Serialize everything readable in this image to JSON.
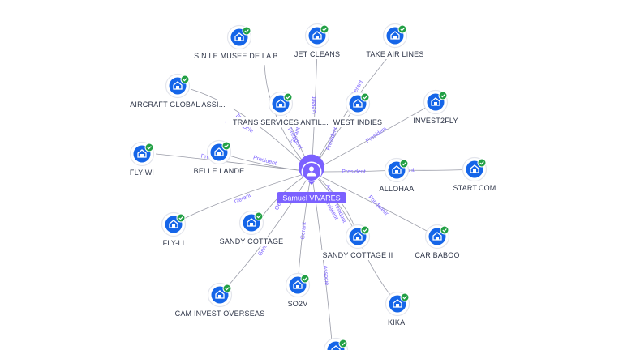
{
  "center": {
    "name": "Samuel VIVARES",
    "color": "#7b61ff"
  },
  "colors": {
    "node": "#1565e8",
    "check": "#22a045",
    "edge": "#9a9ca8",
    "relation": "#7b61ff"
  },
  "nodes": [
    {
      "id": "musee",
      "name": "S.N LE MUSEE DE LA B..."
    },
    {
      "id": "jet",
      "name": "JET CLEANS"
    },
    {
      "id": "take",
      "name": "TAKE AIR LINES"
    },
    {
      "id": "aircraft",
      "name": "AIRCRAFT GLOBAL ASSI..."
    },
    {
      "id": "trans",
      "name": "TRANS SERVICES ANTIL..."
    },
    {
      "id": "west",
      "name": "WEST INDIES"
    },
    {
      "id": "invest2fly",
      "name": "INVEST2FLY"
    },
    {
      "id": "flywi",
      "name": "FLY-WI"
    },
    {
      "id": "belle",
      "name": "BELLE LANDE"
    },
    {
      "id": "allohaa",
      "name": "ALLOHAA"
    },
    {
      "id": "start",
      "name": "START.COM"
    },
    {
      "id": "flyli",
      "name": "FLY-LI"
    },
    {
      "id": "sandy",
      "name": "SANDY COTTAGE"
    },
    {
      "id": "sandy2",
      "name": "SANDY COTTAGE II"
    },
    {
      "id": "carbaboo",
      "name": "CAR BABOO"
    },
    {
      "id": "cam",
      "name": "CAM INVEST OVERSEAS"
    },
    {
      "id": "so2v",
      "name": "SO2V"
    },
    {
      "id": "kikai",
      "name": "KIKAI"
    },
    {
      "id": "bottom",
      "name": ""
    }
  ],
  "relations": [
    "Gerant",
    "Gerant",
    "Gerant",
    "Associe",
    "President",
    "President",
    "President",
    "President",
    "President",
    "President",
    "Gerant",
    "Gerant",
    "Gerant",
    "Gerant",
    "Gerant",
    "Fondateur",
    "Fondateur",
    "Associe",
    "Associe",
    "President",
    "Gerant"
  ]
}
